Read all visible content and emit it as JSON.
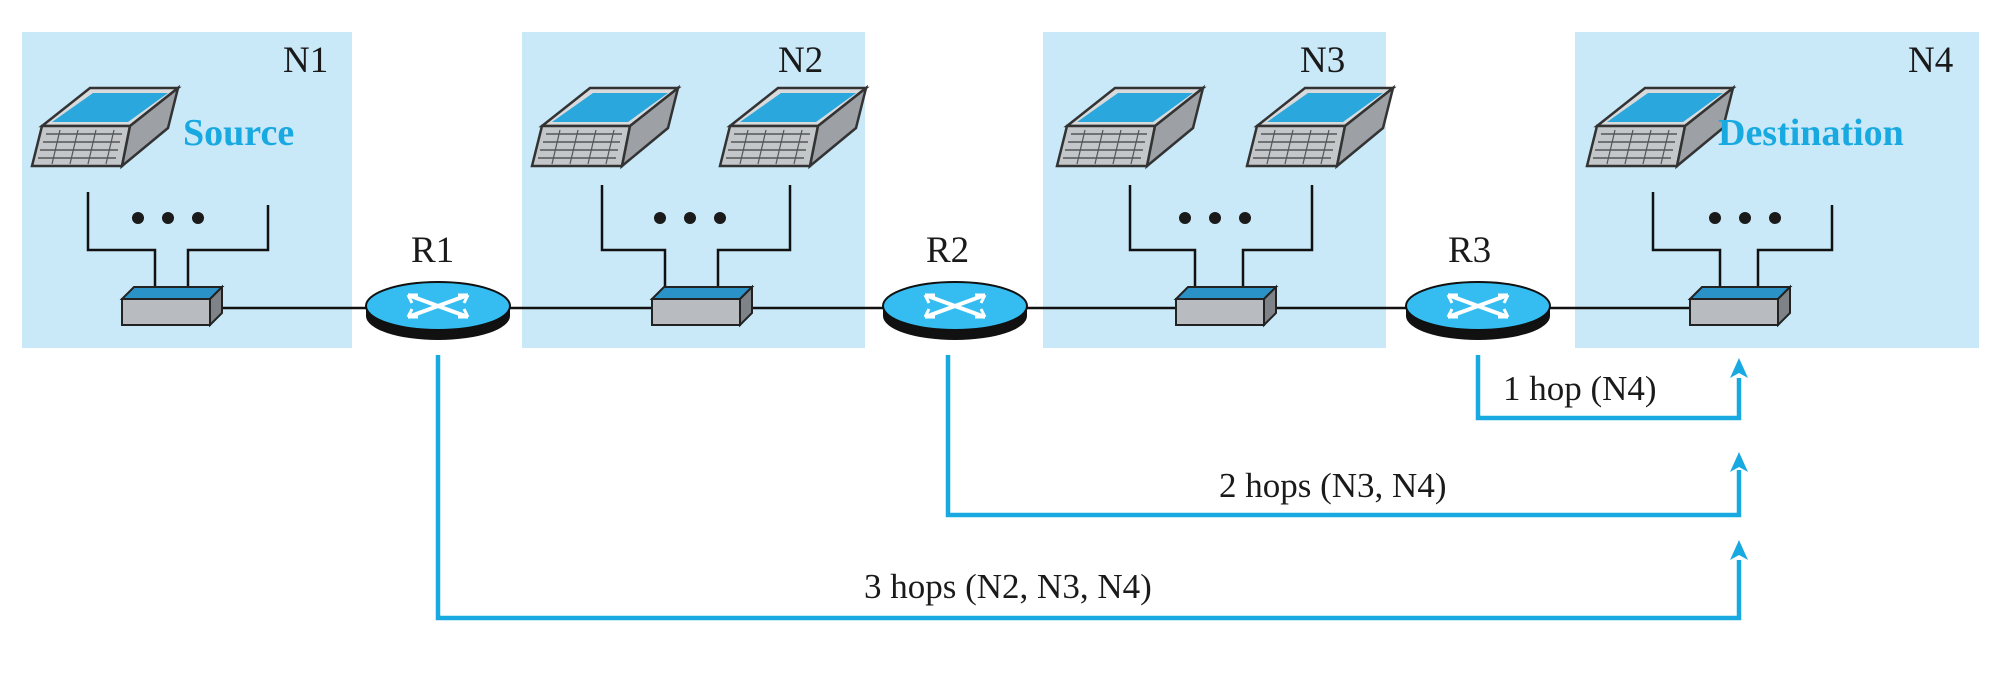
{
  "colors": {
    "network_bg": "#c9e8f8",
    "accent": "#19a9e1",
    "router_fill": "#35bdf2",
    "router_dark": "#111111",
    "switch_body": "#b8bcc0",
    "switch_top": "#2b92c8",
    "text": "#1a1a1a"
  },
  "networks": [
    {
      "id": "N1",
      "label": "N1",
      "role": "Source",
      "laptops": 1
    },
    {
      "id": "N2",
      "label": "N2",
      "role": "",
      "laptops": 2
    },
    {
      "id": "N3",
      "label": "N3",
      "role": "",
      "laptops": 2
    },
    {
      "id": "N4",
      "label": "N4",
      "role": "Destination",
      "laptops": 1
    }
  ],
  "routers": [
    {
      "id": "R1",
      "label": "R1"
    },
    {
      "id": "R2",
      "label": "R2"
    },
    {
      "id": "R3",
      "label": "R3"
    }
  ],
  "hop_paths": [
    {
      "from": "R3",
      "label": "1 hop (N4)"
    },
    {
      "from": "R2",
      "label": "2 hops (N3, N4)"
    },
    {
      "from": "R1",
      "label": "3 hops (N2, N3, N4)"
    }
  ],
  "icons": {
    "host": "laptop-icon",
    "switch": "ethernet-switch-icon",
    "router": "router-icon",
    "ellipsis": "ellipsis-dots",
    "arrow": "arrow-up-icon"
  }
}
